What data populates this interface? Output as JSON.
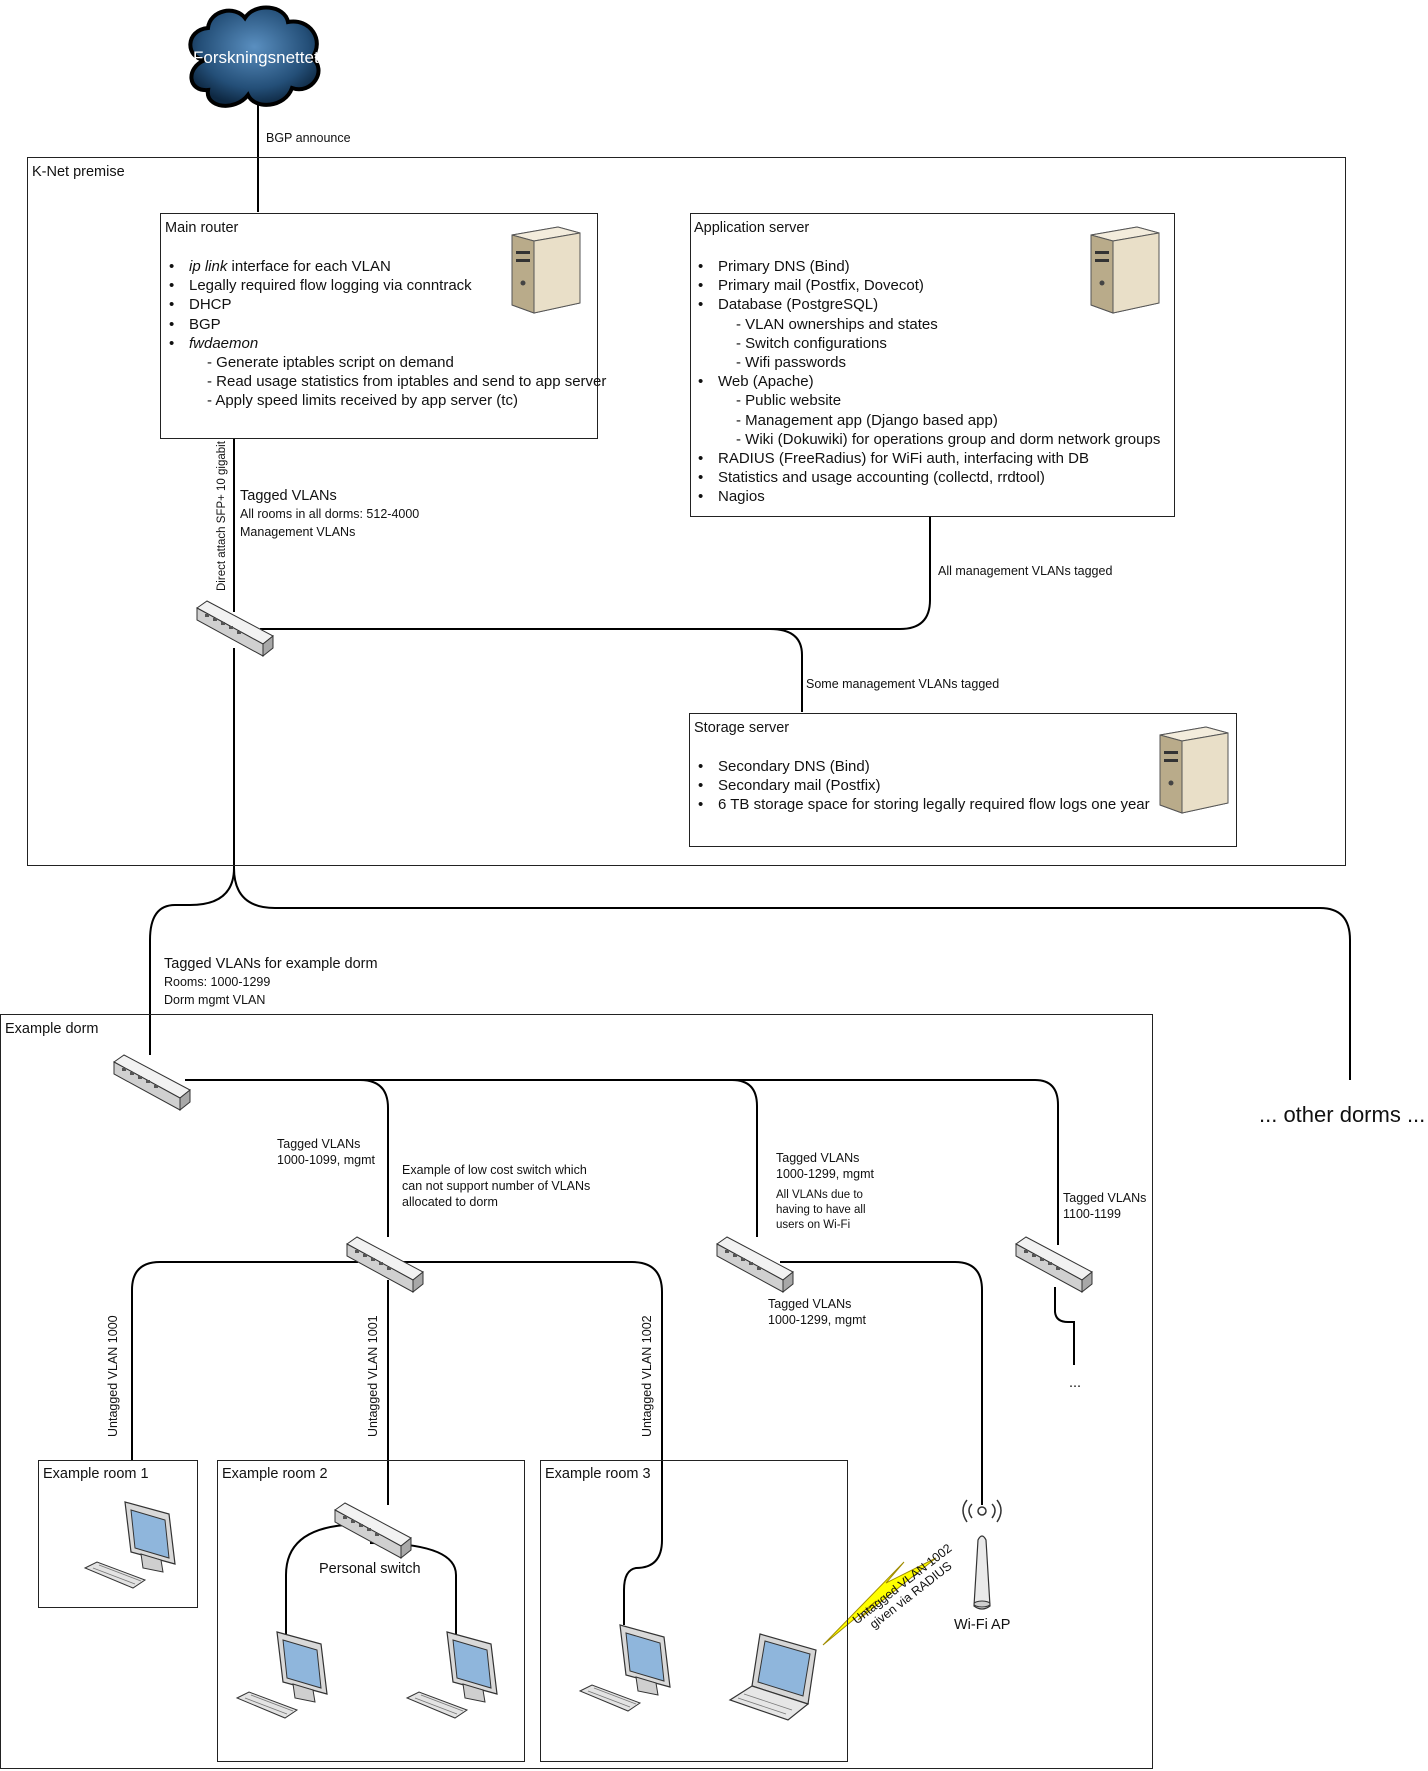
{
  "cloud": {
    "label": "Forskningsnettet"
  },
  "edges": {
    "bgp": "BGP announce",
    "sfp": "Direct attach SFP+ 10 gigabit",
    "tagged_main": {
      "title": "Tagged VLANs",
      "l1": "All rooms in all dorms: 512-4000",
      "l2": "Management VLANs"
    },
    "all_mgmt": "All management VLANs tagged",
    "some_mgmt": "Some management VLANs tagged",
    "dorm_uplink": {
      "title": "Tagged VLANs for example dorm",
      "l1": "Rooms: 1000-1299",
      "l2": "Dorm mgmt VLAN"
    },
    "to_sw_a": {
      "l1": "Tagged VLANs",
      "l2": "1000-1099, mgmt"
    },
    "low_cost_note": {
      "l1": "Example of low cost switch which",
      "l2": "can not support number of VLANs",
      "l3": "allocated to dorm"
    },
    "to_sw_b": {
      "l1": "Tagged VLANs",
      "l2": "1000-1299, mgmt",
      "n1": "All VLANs due to",
      "n2": "having to have all",
      "n3": "users on Wi-Fi"
    },
    "to_sw_c": {
      "l1": "Tagged VLANs",
      "l2": "1100-1199"
    },
    "sw_b_ap": {
      "l1": "Tagged VLANs",
      "l2": "1000-1299, mgmt"
    },
    "untagged_1000": "Untagged VLAN 1000",
    "untagged_1001": "Untagged VLAN 1001",
    "untagged_1002": "Untagged VLAN 1002",
    "wifi_link": {
      "l1": "Untagged VLAN 1002",
      "l2": "given via RADIUS"
    },
    "ellipsis": "..."
  },
  "knet": {
    "title": "K-Net premise"
  },
  "main_router": {
    "title": "Main router",
    "items": [
      {
        "type": "b",
        "em": "ip link",
        "text": " interface for each VLAN"
      },
      {
        "type": "b",
        "text": "Legally required flow logging via conntrack"
      },
      {
        "type": "b",
        "text": "DHCP"
      },
      {
        "type": "b",
        "text": "BGP"
      },
      {
        "type": "b",
        "em": "fwdaemon",
        "text": ""
      },
      {
        "type": "s",
        "text": "- Generate iptables script on demand"
      },
      {
        "type": "s",
        "text": "- Read usage statistics from iptables and send to app server"
      },
      {
        "type": "s",
        "text": "- Apply speed limits received by app server (tc)"
      }
    ]
  },
  "app_server": {
    "title": "Application server",
    "items": [
      {
        "type": "b",
        "text": "Primary DNS (Bind)"
      },
      {
        "type": "b",
        "text": "Primary mail (Postfix, Dovecot)"
      },
      {
        "type": "b",
        "text": "Database (PostgreSQL)"
      },
      {
        "type": "s",
        "text": "- VLAN ownerships and states"
      },
      {
        "type": "s",
        "text": "- Switch configurations"
      },
      {
        "type": "s",
        "text": "- Wifi passwords"
      },
      {
        "type": "b",
        "text": "Web (Apache)"
      },
      {
        "type": "s",
        "text": "- Public website"
      },
      {
        "type": "s",
        "text": "- Management app (Django based app)"
      },
      {
        "type": "s",
        "text": "- Wiki (Dokuwiki) for operations group and dorm network groups"
      },
      {
        "type": "b",
        "text": "RADIUS (FreeRadius) for WiFi auth, interfacing with DB"
      },
      {
        "type": "b",
        "text": "Statistics and usage accounting (collectd, rrdtool)"
      },
      {
        "type": "b",
        "text": "Nagios"
      }
    ]
  },
  "storage_server": {
    "title": "Storage server",
    "items": [
      {
        "type": "b",
        "text": "Secondary DNS (Bind)"
      },
      {
        "type": "b",
        "text": "Secondary mail (Postfix)"
      },
      {
        "type": "b",
        "text": "6 TB storage space for storing legally required flow logs one year"
      }
    ]
  },
  "dorm": {
    "title": "Example dorm"
  },
  "other_dorms": "... other dorms ...",
  "rooms": [
    "Example room 1",
    "Example room 2",
    "Example room 3"
  ],
  "personal_switch": "Personal switch",
  "wifi_ap": "Wi-Fi AP",
  "icons": {
    "cloud": "cloud-icon",
    "server": "server-icon",
    "switch": "switch-icon",
    "workstation": "workstation-icon",
    "laptop": "laptop-icon",
    "access_point": "access-point-icon",
    "lightning": "lightning-icon"
  },
  "colors": {
    "cloud": "#2d5f8f",
    "server": "#e6dcc6",
    "switch": "#d8d8d8",
    "lightning": "#ffff00",
    "line": "#000000"
  }
}
